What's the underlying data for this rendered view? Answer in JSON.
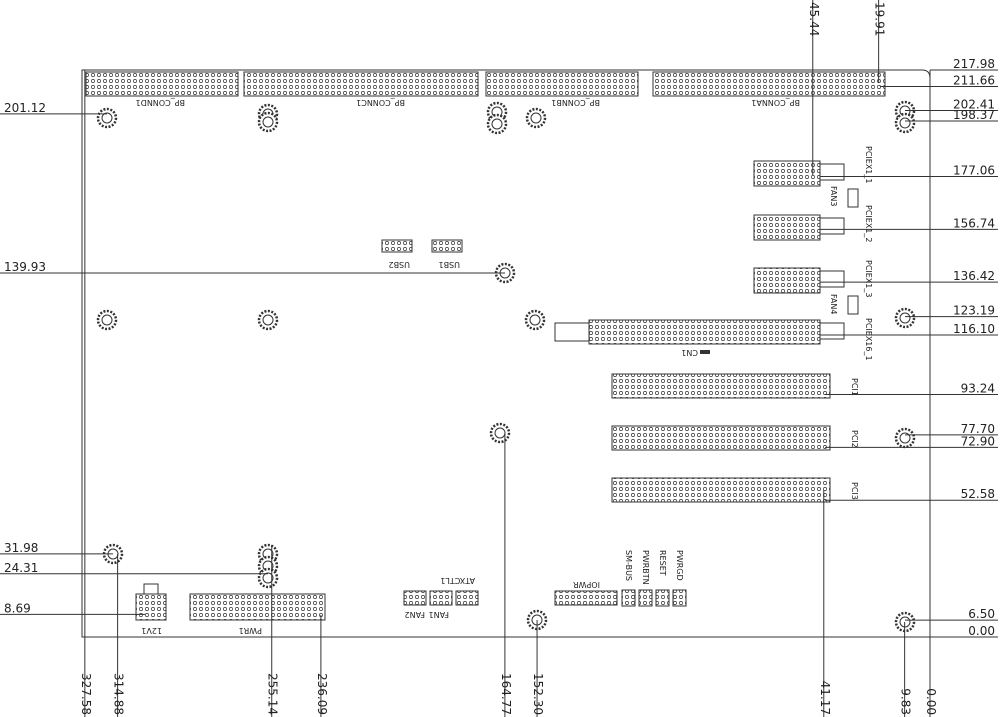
{
  "title": "Board mechanical dimension drawing",
  "units": "mm",
  "dimensions": {
    "right": [
      "217.98",
      "211.66",
      "202.41",
      "198.37",
      "177.06",
      "156.74",
      "136.42",
      "123.19",
      "116.10",
      "93.24",
      "77.70",
      "72.90",
      "52.58",
      "6.50",
      "0.00"
    ],
    "left": [
      "201.12",
      "139.93",
      "31.98",
      "24.31",
      "8.69"
    ],
    "bottom": [
      "327.58",
      "314.88",
      "255.14",
      "236.09",
      "164.77",
      "152.30",
      "41.17",
      "9.83",
      "0.00"
    ],
    "top": [
      "45.44",
      "19.91"
    ]
  },
  "connectors": {
    "bp_connd1": "BP_CONND1",
    "bp_connc1": "BP_CONNC1",
    "bp_connb1": "BP_CONNB1",
    "bp_conna1": "BP_CONNA1",
    "usb1": "USB1",
    "usb2": "USB2",
    "pciex1_1": "PCIEX1_1",
    "pciex1_2": "PCIEX1_2",
    "pciex1_3": "PCIEX1_3",
    "pciex16_1": "PCIEX16_1",
    "fan3": "FAN3",
    "fan4": "FAN4",
    "cn1": "CN1",
    "pci1": "PCI1",
    "pci2": "PCI2",
    "pci3": "PCI3",
    "atxctl1": "ATXCTL1",
    "fan1": "FAN1",
    "fan2": "FAN2",
    "iopwr": "IOPWR",
    "sm_bus": "SM-BUS",
    "pwrbtn": "PWRBTN",
    "reset": "RESET",
    "pwrgd": "PWRGD",
    "v12": "12V1",
    "pwr1": "PWR1"
  }
}
